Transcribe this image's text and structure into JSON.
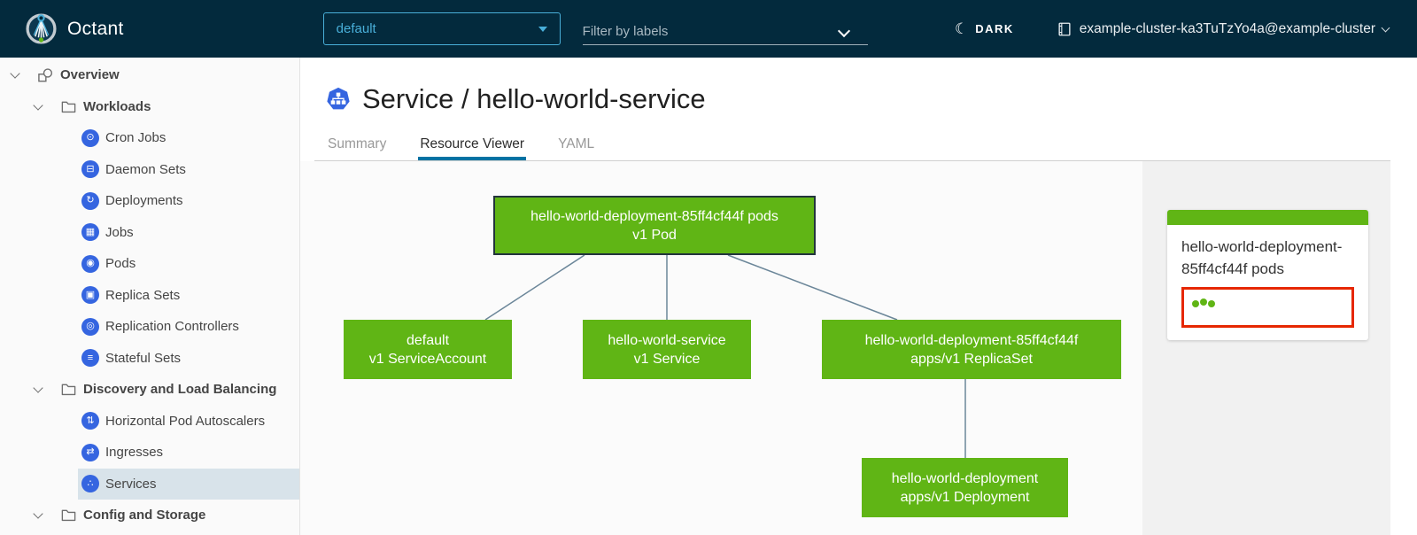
{
  "header": {
    "app_title": "Octant",
    "namespace_dropdown": {
      "value": "default"
    },
    "filter_input": {
      "placeholder": "Filter by labels"
    },
    "theme_toggle": {
      "label": "DARK",
      "icon": "moon-icon",
      "glyph": "☾"
    },
    "cluster_context": {
      "icon": "cluster-icon",
      "label": "example-cluster-ka3TuTzYo4a@example-cluster"
    }
  },
  "sidebar": {
    "items": [
      {
        "label": "Overview",
        "level": 0,
        "type": "section",
        "icon": "overview-icon",
        "chevron": true
      },
      {
        "label": "Workloads",
        "level": 1,
        "type": "group",
        "icon": "folder-icon",
        "chevron": true
      },
      {
        "label": "Cron Jobs",
        "level": 2,
        "type": "item",
        "icon": "cron-jobs-icon",
        "glyph": "⊙"
      },
      {
        "label": "Daemon Sets",
        "level": 2,
        "type": "item",
        "icon": "daemon-sets-icon",
        "glyph": "⊟"
      },
      {
        "label": "Deployments",
        "level": 2,
        "type": "item",
        "icon": "deployments-icon",
        "glyph": "↻"
      },
      {
        "label": "Jobs",
        "level": 2,
        "type": "item",
        "icon": "jobs-icon",
        "glyph": "▦"
      },
      {
        "label": "Pods",
        "level": 2,
        "type": "item",
        "icon": "pods-icon",
        "glyph": "◉"
      },
      {
        "label": "Replica Sets",
        "level": 2,
        "type": "item",
        "icon": "replica-sets-icon",
        "glyph": "▣"
      },
      {
        "label": "Replication Controllers",
        "level": 2,
        "type": "item",
        "icon": "replication-controllers-icon",
        "glyph": "◎"
      },
      {
        "label": "Stateful Sets",
        "level": 2,
        "type": "item",
        "icon": "stateful-sets-icon",
        "glyph": "≡"
      },
      {
        "label": "Discovery and Load Balancing",
        "level": 1,
        "type": "group",
        "icon": "folder-icon",
        "chevron": true
      },
      {
        "label": "Horizontal Pod Autoscalers",
        "level": 2,
        "type": "item",
        "icon": "horizontal-pod-autoscalers-icon",
        "glyph": "⇅"
      },
      {
        "label": "Ingresses",
        "level": 2,
        "type": "item",
        "icon": "ingresses-icon",
        "glyph": "⇄"
      },
      {
        "label": "Services",
        "level": 2,
        "type": "item",
        "icon": "services-icon",
        "glyph": "∴",
        "selected": true
      },
      {
        "label": "Config and Storage",
        "level": 1,
        "type": "group",
        "icon": "folder-icon",
        "chevron": true
      }
    ]
  },
  "main": {
    "title": "Service / hello-world-service",
    "title_icon": "service-icon",
    "tabs": [
      {
        "label": "Summary",
        "active": false
      },
      {
        "label": "Resource Viewer",
        "active": true
      },
      {
        "label": "YAML",
        "active": false
      }
    ]
  },
  "graph": {
    "nodes": [
      {
        "id": "pod",
        "name": "hello-world-deployment-85ff4cf44f pods",
        "kind": "v1 Pod",
        "selected": true
      },
      {
        "id": "serviceaccount",
        "name": "default",
        "kind": "v1 ServiceAccount",
        "selected": false
      },
      {
        "id": "service",
        "name": "hello-world-service",
        "kind": "v1 Service",
        "selected": false
      },
      {
        "id": "replicaset",
        "name": "hello-world-deployment-85ff4cf44f",
        "kind": "apps/v1 ReplicaSet",
        "selected": false
      },
      {
        "id": "deployment",
        "name": "hello-world-deployment",
        "kind": "apps/v1 Deployment",
        "selected": false
      }
    ],
    "edges": [
      [
        "pod",
        "serviceaccount"
      ],
      [
        "pod",
        "service"
      ],
      [
        "pod",
        "replicaset"
      ],
      [
        "replicaset",
        "deployment"
      ]
    ]
  },
  "detail_panel": {
    "title": "hello-world-deployment-85ff4cf44f pods",
    "pod_status": {
      "ok_count": 3
    }
  },
  "colors": {
    "header_bg": "#032a3d",
    "accent_blue": "#49afd9",
    "k8s_icon_blue": "#3565e0",
    "node_green": "#60b515",
    "node_selected_border": "#22343c",
    "edge_line": "#6b8699",
    "status_red": "#e62700",
    "tab_underline": "#0072a3",
    "selected_row_bg": "#d8e3ea"
  }
}
